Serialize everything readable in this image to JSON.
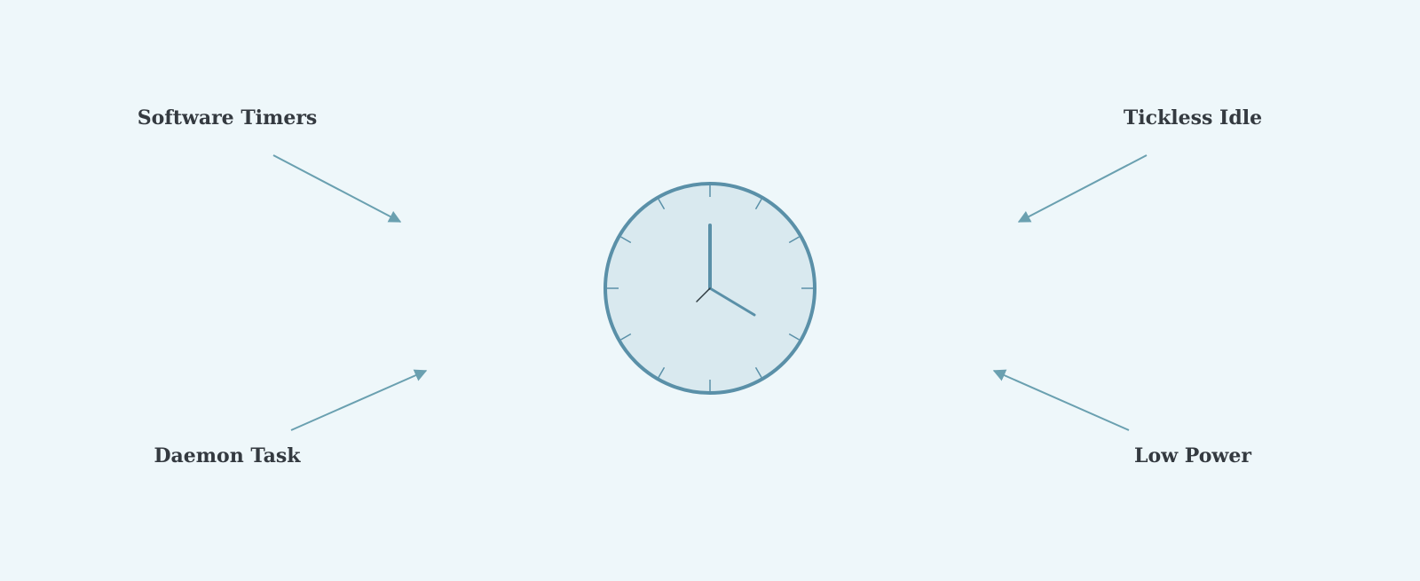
{
  "diagram": {
    "labels": {
      "top_left": "Software Timers",
      "top_right": "Tickless Idle",
      "bottom_left": "Daemon Task",
      "bottom_right": "Low Power"
    },
    "clock": {
      "icon": "clock-icon",
      "hour_markers": 12
    },
    "colors": {
      "background": "#eef7fa",
      "clock_face": "#d9e9ef",
      "accent": "#5a90a8",
      "arrow": "#6aa0b0",
      "text": "#343a40"
    }
  }
}
